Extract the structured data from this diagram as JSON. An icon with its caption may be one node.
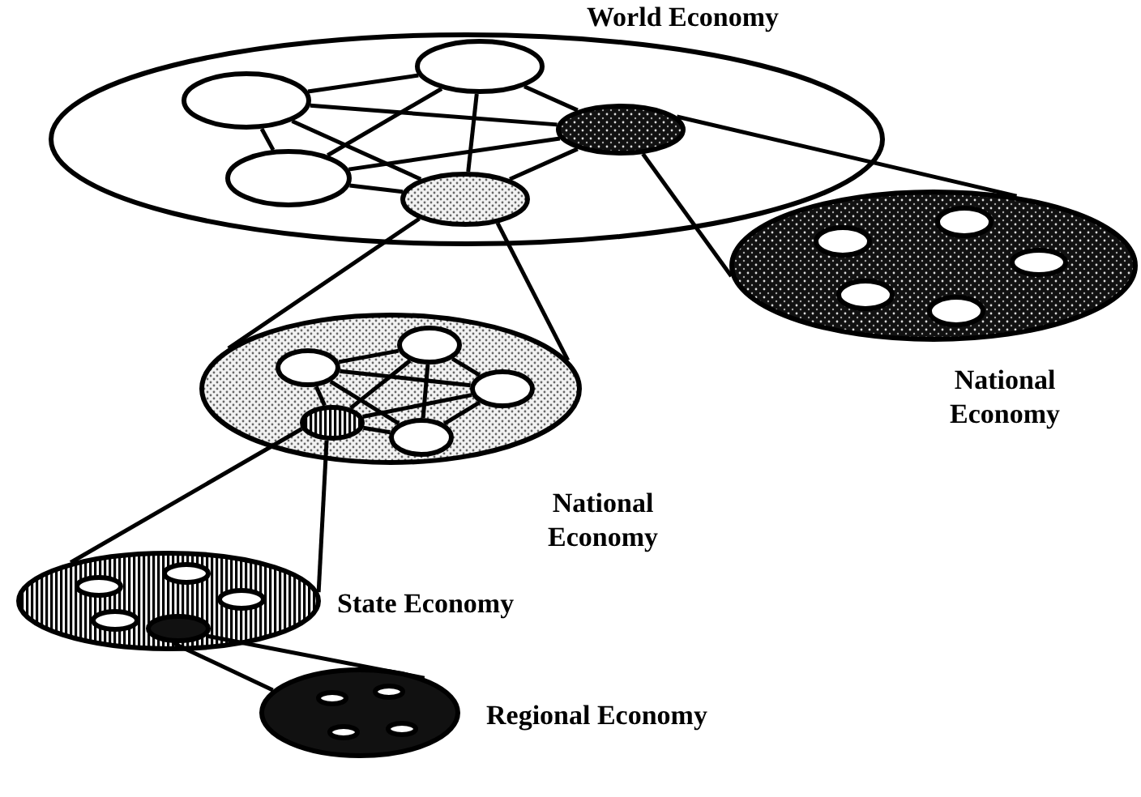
{
  "diagram": {
    "nodes": [
      {
        "text": [
          "World Economy"
        ]
      },
      {
        "text": [],
        "shape": "ellipse",
        "in": 0
      },
      {
        "text": [],
        "shape": "ellipse",
        "in": 0
      },
      {
        "text": [],
        "shape": "ellipse",
        "in": 0
      },
      {
        "text": [],
        "shape": "ellipse",
        "in": 0
      },
      {
        "text": [],
        "shape": "ellipse",
        "in": 0
      },
      {
        "text": [
          "National Economy"
        ]
      },
      {
        "text": [],
        "shape": "ellipse",
        "in": 6
      },
      {
        "text": [],
        "shape": "ellipse",
        "in": 6
      },
      {
        "text": [],
        "shape": "ellipse",
        "in": 6
      },
      {
        "text": [],
        "shape": "ellipse",
        "in": 6
      },
      {
        "text": [],
        "shape": "ellipse",
        "in": 6
      },
      {
        "text": [
          "National Economy"
        ]
      },
      {
        "text": [],
        "shape": "ellipse",
        "in": 12
      },
      {
        "text": [],
        "shape": "ellipse",
        "in": 12
      },
      {
        "text": [],
        "shape": "ellipse",
        "in": 12
      },
      {
        "text": [],
        "shape": "ellipse",
        "in": 12
      },
      {
        "text": [],
        "shape": "ellipse",
        "in": 12
      },
      {
        "text": [
          "State Economy"
        ]
      },
      {
        "text": [],
        "shape": "ellipse",
        "in": 18
      },
      {
        "text": [],
        "shape": "ellipse",
        "in": 18
      },
      {
        "text": [],
        "shape": "ellipse",
        "in": 18
      },
      {
        "text": [],
        "shape": "ellipse",
        "in": 18
      },
      {
        "text": [],
        "shape": "ellipse",
        "in": 18
      },
      {
        "text": [
          "Regional Economy"
        ]
      },
      {
        "text": [],
        "shape": "ellipse",
        "in": 24
      },
      {
        "text": [],
        "shape": "ellipse",
        "in": 24
      },
      {
        "text": [],
        "shape": "ellipse",
        "in": 24
      },
      {
        "text": [],
        "shape": "ellipse",
        "in": 24
      }
    ],
    "edges": [
      {
        "from": 1,
        "to": 2,
        "arrow": "none"
      },
      {
        "from": 1,
        "to": 3,
        "arrow": "none"
      },
      {
        "from": 1,
        "to": 4,
        "arrow": "none"
      },
      {
        "from": 1,
        "to": 5,
        "arrow": "none"
      },
      {
        "from": 2,
        "to": 3,
        "arrow": "none"
      },
      {
        "from": 2,
        "to": 4,
        "arrow": "none"
      },
      {
        "from": 2,
        "to": 5,
        "arrow": "none"
      },
      {
        "from": 3,
        "to": 4,
        "arrow": "none"
      },
      {
        "from": 3,
        "to": 5,
        "arrow": "none"
      },
      {
        "from": 5,
        "to": 4,
        "arrow": "none"
      },
      {
        "from": 4,
        "to": 6,
        "arrow": "none"
      },
      {
        "from": 4,
        "to": 6,
        "arrow": "none"
      },
      {
        "from": 5,
        "to": 12,
        "arrow": "none"
      },
      {
        "from": 5,
        "to": 12,
        "arrow": "none"
      },
      {
        "from": 13,
        "to": 14,
        "arrow": "none"
      },
      {
        "from": 13,
        "to": 15,
        "arrow": "none"
      },
      {
        "from": 13,
        "to": 16,
        "arrow": "none"
      },
      {
        "from": 13,
        "to": 17,
        "arrow": "none"
      },
      {
        "from": 14,
        "to": 15,
        "arrow": "none"
      },
      {
        "from": 14,
        "to": 16,
        "arrow": "none"
      },
      {
        "from": 14,
        "to": 17,
        "arrow": "none"
      },
      {
        "from": 15,
        "to": 16,
        "arrow": "none"
      },
      {
        "from": 15,
        "to": 17,
        "arrow": "none"
      },
      {
        "from": 16,
        "to": 17,
        "arrow": "none"
      },
      {
        "from": 16,
        "to": 18,
        "arrow": "none"
      },
      {
        "from": 16,
        "to": 18,
        "arrow": "none"
      },
      {
        "from": 23,
        "to": 24,
        "arrow": "none"
      },
      {
        "from": 23,
        "to": 24,
        "arrow": "none"
      }
    ]
  }
}
